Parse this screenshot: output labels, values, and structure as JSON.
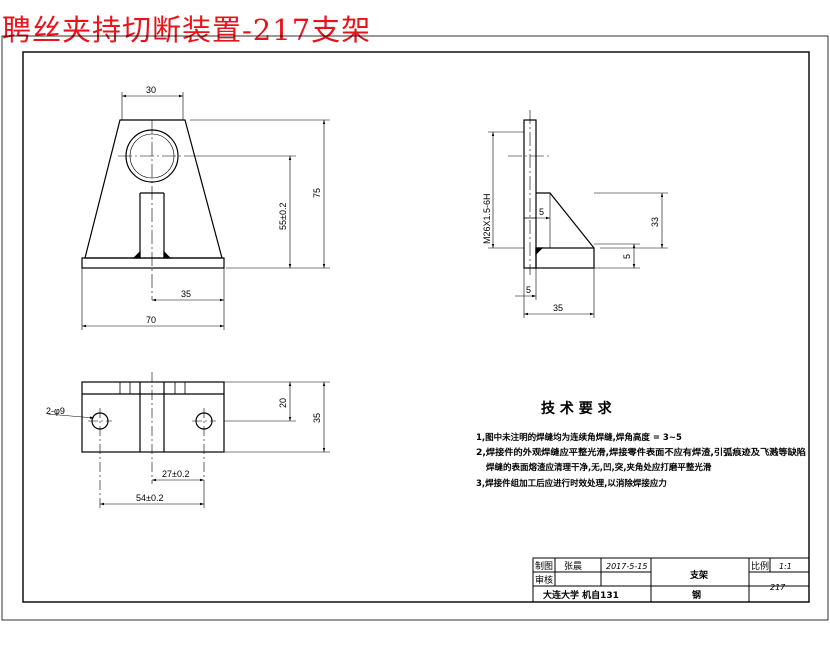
{
  "header": {
    "title": "聘丝夹持切断装置-217支架"
  },
  "views": {
    "front": {
      "dim_top_width": "30",
      "dim_total_height": "75",
      "dim_hole_height": "55±0.2",
      "dim_hole_offset": "35",
      "dim_base_width": "70"
    },
    "side": {
      "dim_thread": "M26X1.5-6H",
      "dim_plate_thk": "5",
      "dim_rib_height": "33",
      "dim_base_thk": "5",
      "dim_bottom_thk": "5",
      "dim_depth": "35"
    },
    "top": {
      "dim_holes_label": "2-φ9",
      "dim_half_width": "20",
      "dim_depth": "35",
      "dim_center_offset": "27±0.2",
      "dim_hole_spacing": "54±0.2"
    }
  },
  "requirements": {
    "title": "技 术 要 求",
    "items": [
      "1,图中未注明的焊缝均为连续角焊缝,焊角高度 = 3~5",
      "2,焊接件的外观焊缝应平整光滑,焊接零件表面不应有焊渣,引弧痕迹及飞溅等缺陷",
      "焊缝的表面熔渣应清理干净,无,凹,突,夹角处应打磨平整光滑",
      "3,焊接件组加工后应进行时效处理,以消除焊接应力"
    ]
  },
  "title_block": {
    "drawn_label": "制图",
    "drawn_by": "张晨",
    "date": "2017-5-15",
    "checked_label": "审核",
    "part_name": "支架",
    "scale_label": "比例",
    "scale": "1:1",
    "drawing_no": "217",
    "school": "大连大学 机自131",
    "material": "钢"
  }
}
